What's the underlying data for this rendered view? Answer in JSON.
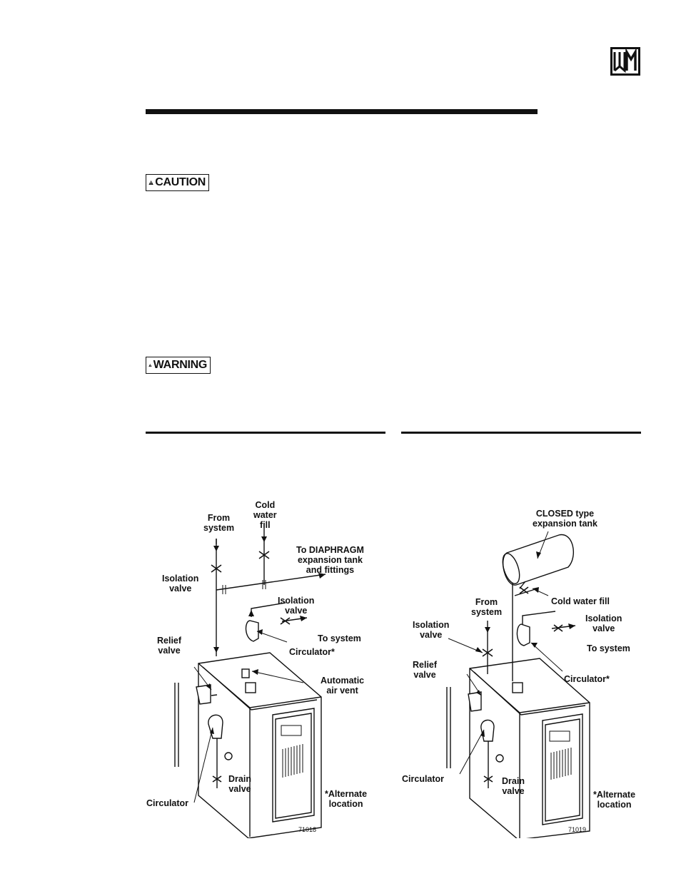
{
  "header": {
    "logo_icon": "weil-mclain-logo-icon"
  },
  "notices": {
    "caution_label": "CAUTION",
    "warning_label": "WARNING",
    "caution_icon": "warning-triangle-icon",
    "warning_icon": "warning-triangle-icon"
  },
  "figure_left": {
    "labels": {
      "from_system": "From\nsystem",
      "cold_water_fill": "Cold\nwater\nfill",
      "to_diaphragm": "To DIAPHRAGM\nexpansion tank\nand fittings",
      "isolation_valve_1": "Isolation\nvalve",
      "isolation_valve_2": "Isolation\nvalve",
      "to_system": "To system",
      "relief_valve": "Relief\nvalve",
      "circulator_alt": "Circulator*",
      "automatic_air_vent": "Automatic\nair vent",
      "drain_valve": "Drain\nvalve",
      "circulator": "Circulator",
      "alternate_location": "*Alternate\nlocation"
    },
    "figure_number": "71018"
  },
  "figure_right": {
    "labels": {
      "closed_tank": "CLOSED type\nexpansion tank",
      "cold_water_fill": "Cold water fill",
      "from_system": "From\nsystem",
      "isolation_valve_1": "Isolation\nvalve",
      "isolation_valve_2": "Isolation\nvalve",
      "to_system": "To system",
      "relief_valve": "Relief\nvalve",
      "circulator_alt": "Circulator*",
      "circulator": "Circulator",
      "drain_valve": "Drain\nvalve",
      "alternate_location": "*Alternate\nlocation"
    },
    "figure_number": "71019"
  }
}
